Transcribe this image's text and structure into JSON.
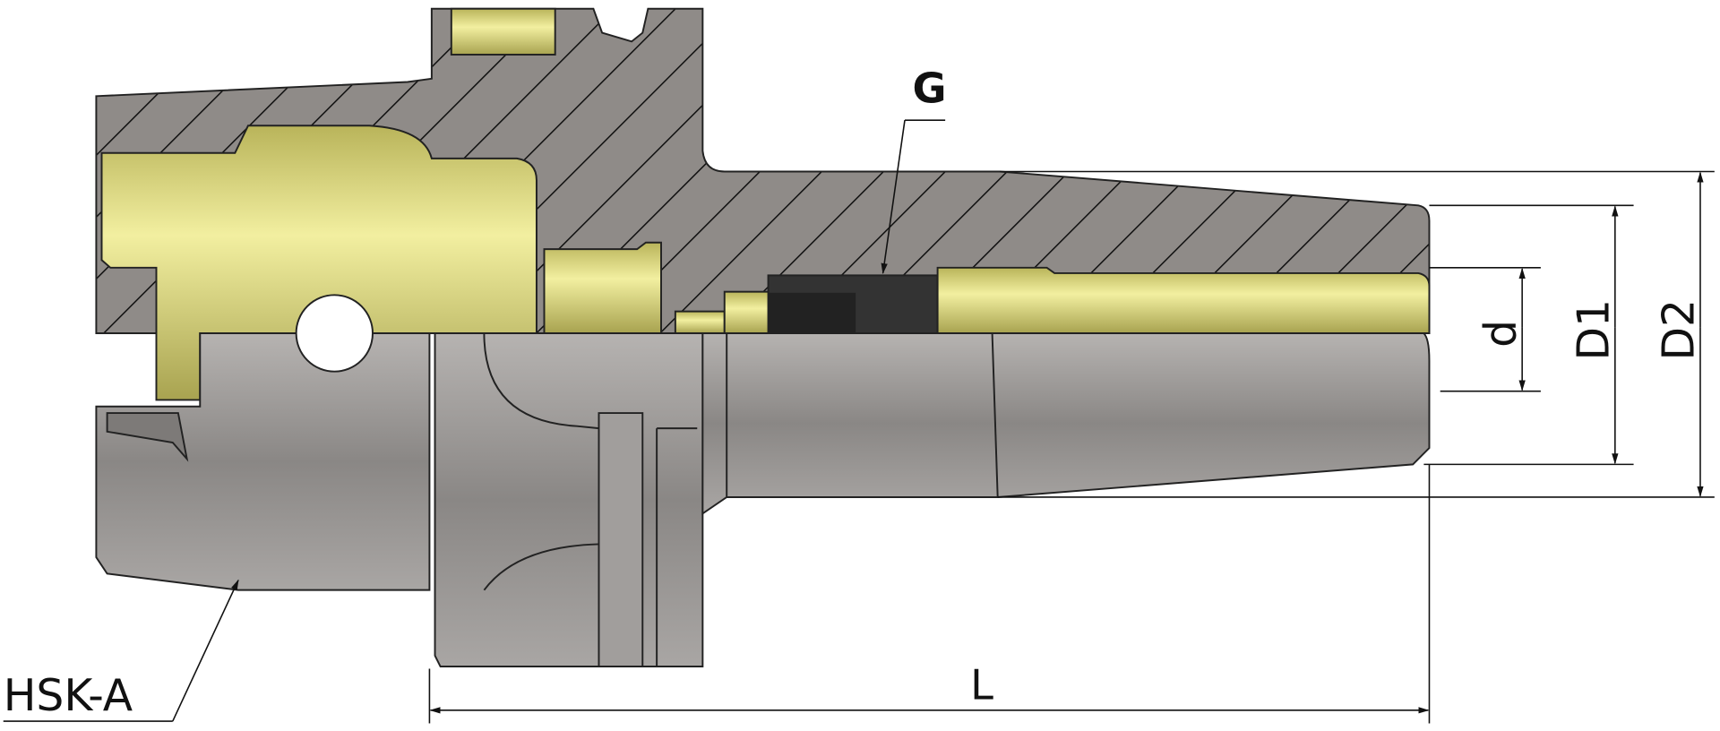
{
  "drawing": {
    "labels": {
      "groove": "G",
      "bore": "d",
      "diameter1": "D1",
      "diameter2": "D2",
      "length": "L",
      "interface": "HSK-A"
    },
    "colors": {
      "steel_section": "#8f8b88",
      "brass": "#d9d77a",
      "steel_body": "#9a9694",
      "insert": "#333333"
    }
  }
}
